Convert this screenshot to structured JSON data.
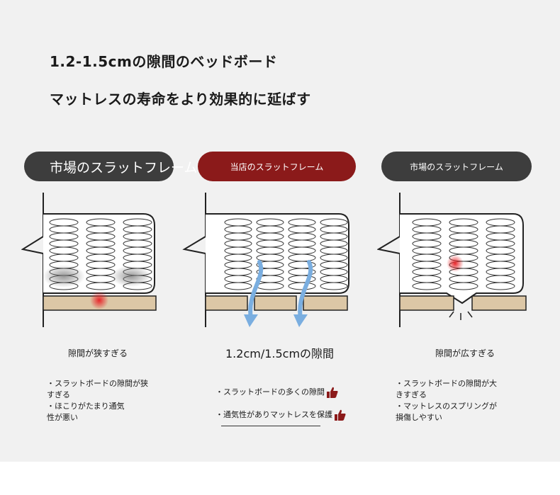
{
  "headline": {
    "line1": "1.2-1.5cmの隙間のベッドボード",
    "line2": "マットレスの寿命をより効果的に延ばす"
  },
  "panels": [
    {
      "label": "市場のスラットフレーム",
      "caption": "隙間が狭すぎる",
      "notes": [
        "・スラットボードの隙間が狭",
        "すぎる",
        "・ほこりがたまり通気",
        "性が悪い"
      ]
    },
    {
      "label": "当店のスラットフレーム",
      "caption": "1.2cm/1.5cmの隙間",
      "notes": [
        "・スラットボードの多くの隙間",
        "・通気性がありマットレスを保護"
      ]
    },
    {
      "label": "市場のスラットフレーム",
      "caption": "隙間が広すぎる",
      "notes": [
        "・スラットボードの隙間が大",
        "きすぎる",
        "・マットレスのスプリングが",
        "損傷しやすい"
      ]
    }
  ],
  "colors": {
    "dark_pill": "#3d3d3d",
    "accent_pill": "#8b1a1a",
    "slat": "#dcc7a6",
    "arrow": "#7aaee0",
    "hotspot": "#e8262a"
  },
  "icons": [
    "thumbs-up-icon",
    "arrow-down-icon",
    "hotspot-icon",
    "spring-coil-icon"
  ]
}
